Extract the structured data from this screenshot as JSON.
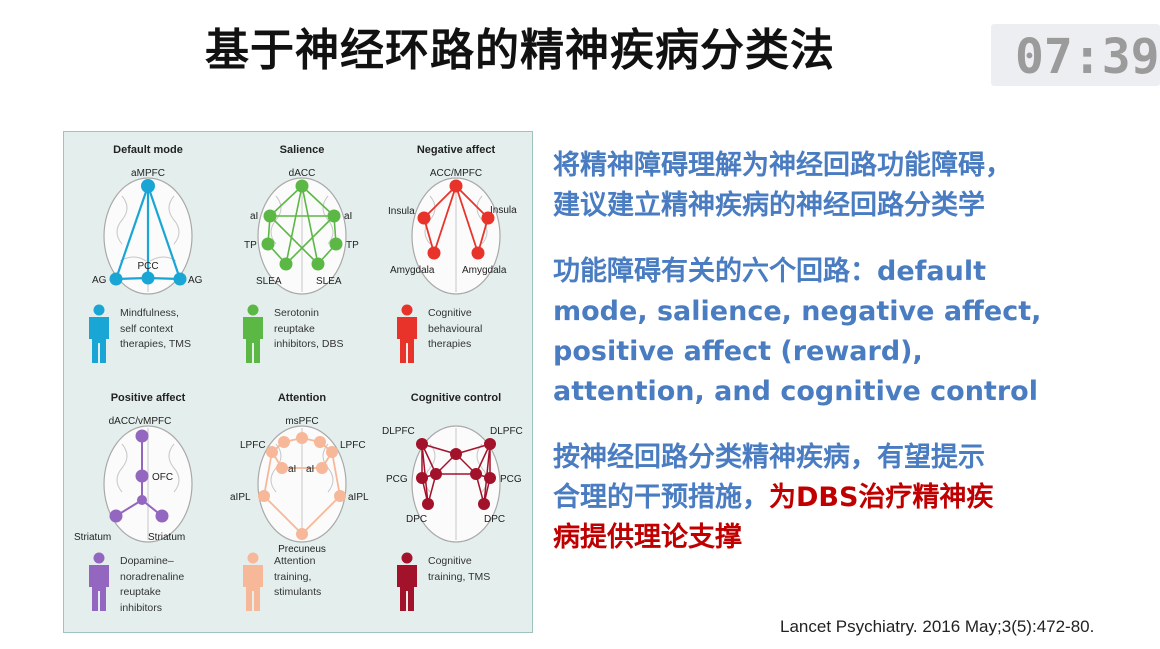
{
  "slide": {
    "title": "基于神经环路的精神疾病分类法",
    "timer": "07:39"
  },
  "figure": {
    "panels": [
      {
        "title": "Default mode",
        "color": "#1aa6d4",
        "node_labels": [
          "aMPFC",
          "PCC",
          "AG",
          "AG"
        ],
        "therapy_lines": [
          "Mindfulness,",
          "self context",
          "therapies, TMS"
        ]
      },
      {
        "title": "Salience",
        "color": "#5cb845",
        "node_labels": [
          "dACC",
          "aI",
          "aI",
          "TP",
          "TP",
          "SLEA",
          "SLEA"
        ],
        "therapy_lines": [
          "Serotonin",
          "reuptake",
          "inhibitors, DBS"
        ]
      },
      {
        "title": "Negative affect",
        "color": "#e8332a",
        "node_labels": [
          "ACC/MPFC",
          "Insula",
          "Insula",
          "Amygdala",
          "Amygdala"
        ],
        "therapy_lines": [
          "Cognitive",
          "behavioural",
          "therapies"
        ]
      },
      {
        "title": "Positive affect",
        "color": "#9366bf",
        "node_labels": [
          "dACC/vMPFC",
          "OFC",
          "Striatum",
          "Striatum"
        ],
        "therapy_lines": [
          "Dopamine–",
          "noradrenaline",
          "reuptake",
          "inhibitors"
        ]
      },
      {
        "title": "Attention",
        "color": "#f6b898",
        "node_labels": [
          "msPFC",
          "LPFC",
          "LPFC",
          "aI",
          "aI",
          "aIPL",
          "aIPL",
          "Precuneus"
        ],
        "therapy_lines": [
          "Attention",
          "training,",
          "stimulants"
        ]
      },
      {
        "title": "Cognitive control",
        "color": "#a3122b",
        "node_labels": [
          "DLPFC",
          "DLPFC",
          "PCG",
          "PCG",
          "DPC",
          "DPC"
        ],
        "therapy_lines": [
          "Cognitive",
          "training, TMS"
        ]
      }
    ]
  },
  "text": {
    "p1_line1": "将精神障碍理解为神经回路功能障碍，",
    "p1_line2": "建议建立精神疾病的神经回路分类学",
    "p2_line1": "功能障碍有关的六个回路：default",
    "p2_line2": "mode, salience, negative affect,",
    "p2_line3": "positive affect (reward),",
    "p2_line4": "attention, and cognitive control",
    "p3_line1": "按神经回路分类精神疾病，有望提示",
    "p3_line2_black": "合理的干预措施，",
    "p3_line2_red": "为DBS治疗精神疾",
    "p3_line3_red": "病提供理论支撑"
  },
  "citation": "Lancet Psychiatry. 2016 May;3(5):472-80."
}
